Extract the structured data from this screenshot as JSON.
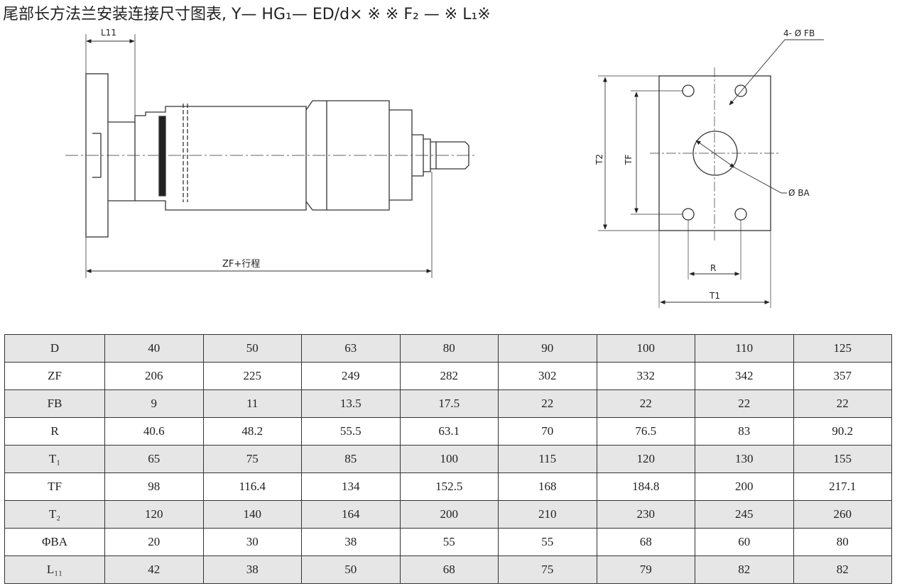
{
  "title": "尾部长方法兰安装连接尺寸图表, Y— HG₁— ED/d× ※ ※ F₂ — ※ L₁※",
  "side_view": {
    "label_l11": "L11",
    "label_zf": "ZF+行程"
  },
  "end_view": {
    "label_fb": "4- Ø FB",
    "label_ba": "Ø BA",
    "label_t2": "T2",
    "label_tf": "TF",
    "label_r": "R",
    "label_t1": "T1"
  },
  "table": {
    "rows": [
      {
        "label": "D",
        "values": [
          "40",
          "50",
          "63",
          "80",
          "90",
          "100",
          "110",
          "125"
        ]
      },
      {
        "label": "ZF",
        "values": [
          "206",
          "225",
          "249",
          "282",
          "302",
          "332",
          "342",
          "357"
        ]
      },
      {
        "label": "FB",
        "values": [
          "9",
          "11",
          "13.5",
          "17.5",
          "22",
          "22",
          "22",
          "22"
        ]
      },
      {
        "label": "R",
        "values": [
          "40.6",
          "48.2",
          "55.5",
          "63.1",
          "70",
          "76.5",
          "83",
          "90.2"
        ]
      },
      {
        "label": "T₁",
        "values": [
          "65",
          "75",
          "85",
          "100",
          "115",
          "120",
          "130",
          "155"
        ]
      },
      {
        "label": "TF",
        "values": [
          "98",
          "116.4",
          "134",
          "152.5",
          "168",
          "184.8",
          "200",
          "217.1"
        ]
      },
      {
        "label": "T₂",
        "values": [
          "120",
          "140",
          "164",
          "200",
          "210",
          "230",
          "245",
          "260"
        ]
      },
      {
        "label": "ΦBA",
        "values": [
          "20",
          "30",
          "38",
          "55",
          "55",
          "68",
          "60",
          "80"
        ]
      },
      {
        "label": "L₁₁",
        "values": [
          "42",
          "38",
          "50",
          "68",
          "75",
          "79",
          "82",
          "82"
        ]
      }
    ]
  }
}
